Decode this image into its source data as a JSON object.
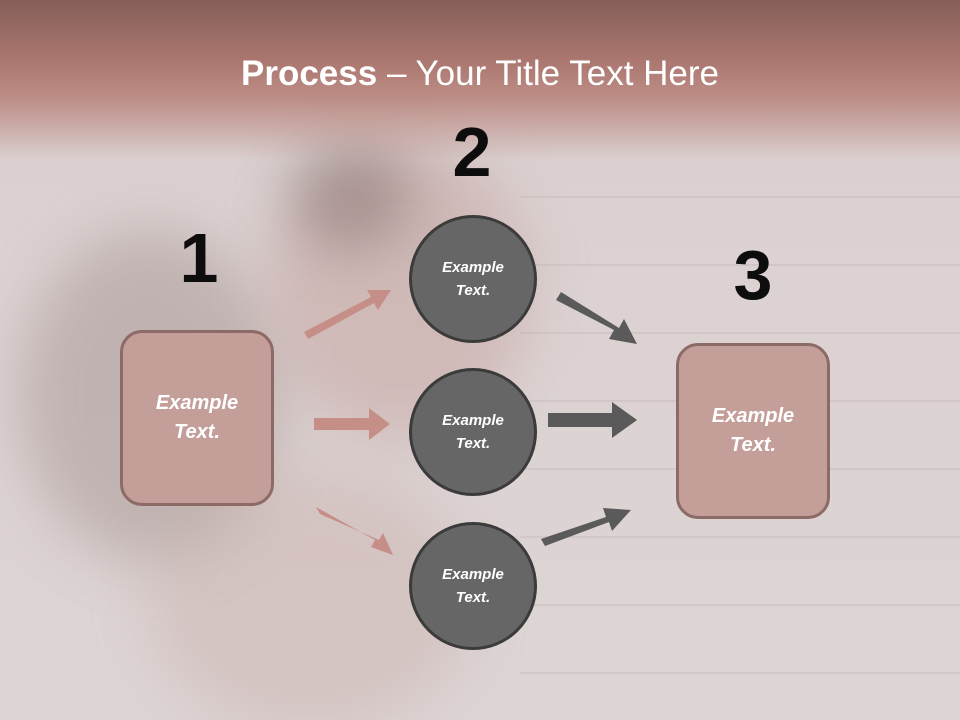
{
  "colors": {
    "title_bar": "#ab7770",
    "box_fill": "#c49f9a",
    "box_border": "#8c6b67",
    "circle_fill": "#666666",
    "circle_border": "#3b3b3b",
    "left_arrows": "#c58f88",
    "right_arrows": "#5a5a5a"
  },
  "title": {
    "bold": "Process",
    "rest": " – Your Title Text Here"
  },
  "steps": [
    {
      "number": "1",
      "label": "Example\nText."
    },
    {
      "number": "2",
      "label": "Example\nText."
    },
    {
      "number": "3",
      "label": "Example\nText."
    }
  ],
  "circles": [
    {
      "label": "Example\nText."
    },
    {
      "label": "Example\nText."
    },
    {
      "label": "Example\nText."
    }
  ]
}
